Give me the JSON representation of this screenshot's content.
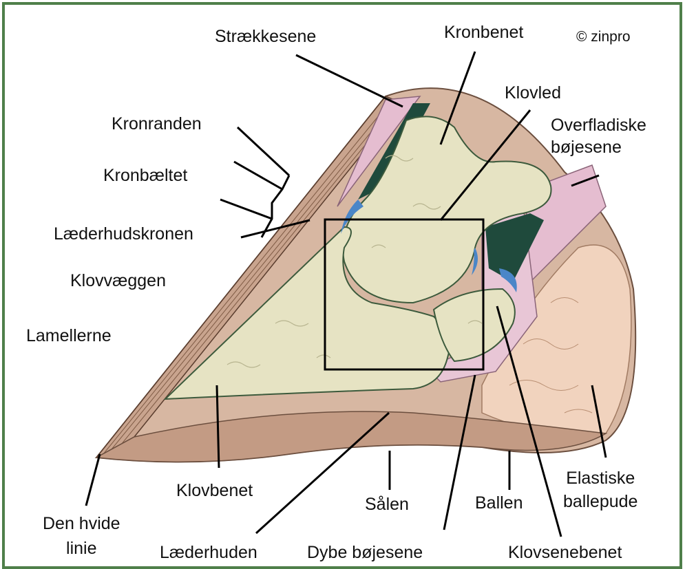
{
  "copyright": "© zinpro",
  "labels": {
    "straekkesene": "Strækkesene",
    "kronbenet": "Kronbenet",
    "klovled": "Klovled",
    "overfladiske": "Overfladiske\nbøjesene",
    "kronranden": "Kronranden",
    "kronbaeltet": "Kronbæltet",
    "laederhudskronen": "Læderhudskronen",
    "klovvaeggen": "Klovvæggen",
    "lamellerne": "Lamellerne",
    "klovbenet": "Klovbenet",
    "elastiske": "Elastiske\nballepude",
    "saalen": "Sålen",
    "ballen": "Ballen",
    "den_hvide": "Den hvide\nlinie",
    "laederhuden": "Læderhuden",
    "dybe": "Dybe bøjesene",
    "klovsenebenet": "Klovsenebenet"
  },
  "colors": {
    "frame": "#4f7f4a",
    "hoof_wall": "#c9a48e",
    "bone": "#e6e3c3",
    "tendon": "#e5bdd0",
    "dark_cavity": "#1f4a3c",
    "fat_pad": "#f1d3be",
    "blue_fluid": "#4a86c8"
  }
}
